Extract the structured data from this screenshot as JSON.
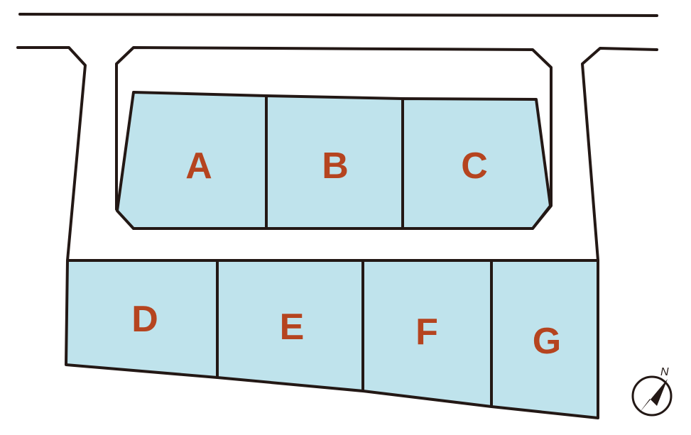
{
  "colors": {
    "lot_fill": "#bfe3ec",
    "outline": "#231815",
    "label": "#b5441f",
    "background": "#ffffff"
  },
  "lots": [
    {
      "id": "A",
      "label": "A"
    },
    {
      "id": "B",
      "label": "B"
    },
    {
      "id": "C",
      "label": "C"
    },
    {
      "id": "D",
      "label": "D"
    },
    {
      "id": "E",
      "label": "E"
    },
    {
      "id": "F",
      "label": "F"
    },
    {
      "id": "G",
      "label": "G"
    }
  ],
  "compass": {
    "north_label": "N",
    "icon": "north-arrow-icon"
  }
}
